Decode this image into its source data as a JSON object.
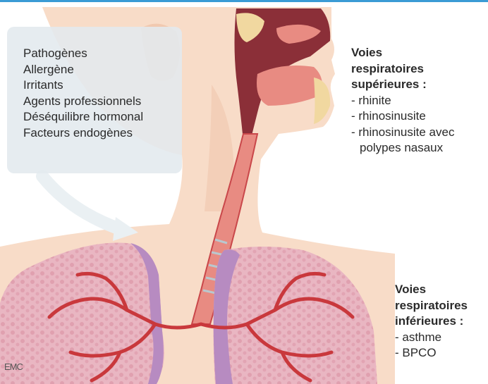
{
  "colors": {
    "top_rule": "#3a9bd5",
    "skin": "#f8dcc8",
    "skin_shadow": "#f1c9b0",
    "airway": "#e88b82",
    "airway_dark": "#c9474a",
    "cavity_dark": "#8b2f38",
    "bone": "#f1d8a0",
    "lung": "#e9b6c2",
    "lung_texture": "#d98ea0",
    "vessel": "#c9383c",
    "pleura": "#b78bc1",
    "box_bg": "#e2e9ee"
  },
  "factors": {
    "items": [
      "Pathogènes",
      "Allergène",
      "Irritants",
      "Agents professionnels",
      "Déséquilibre hormonal",
      "Facteurs endogènes"
    ]
  },
  "upper_airways": {
    "heading": [
      "Voies",
      "respiratoires",
      "supérieures :"
    ],
    "items": [
      "- rhinite",
      "- rhinosinusite",
      "- rhinosinusite avec",
      "polypes nasaux"
    ]
  },
  "lower_airways": {
    "heading": [
      "Voies",
      "respiratoires",
      "inférieures :"
    ],
    "items": [
      "- asthme",
      "- BPCO"
    ]
  },
  "logo": {
    "text": "EMC"
  },
  "icons": {
    "arrow": "arrow-right-icon"
  }
}
